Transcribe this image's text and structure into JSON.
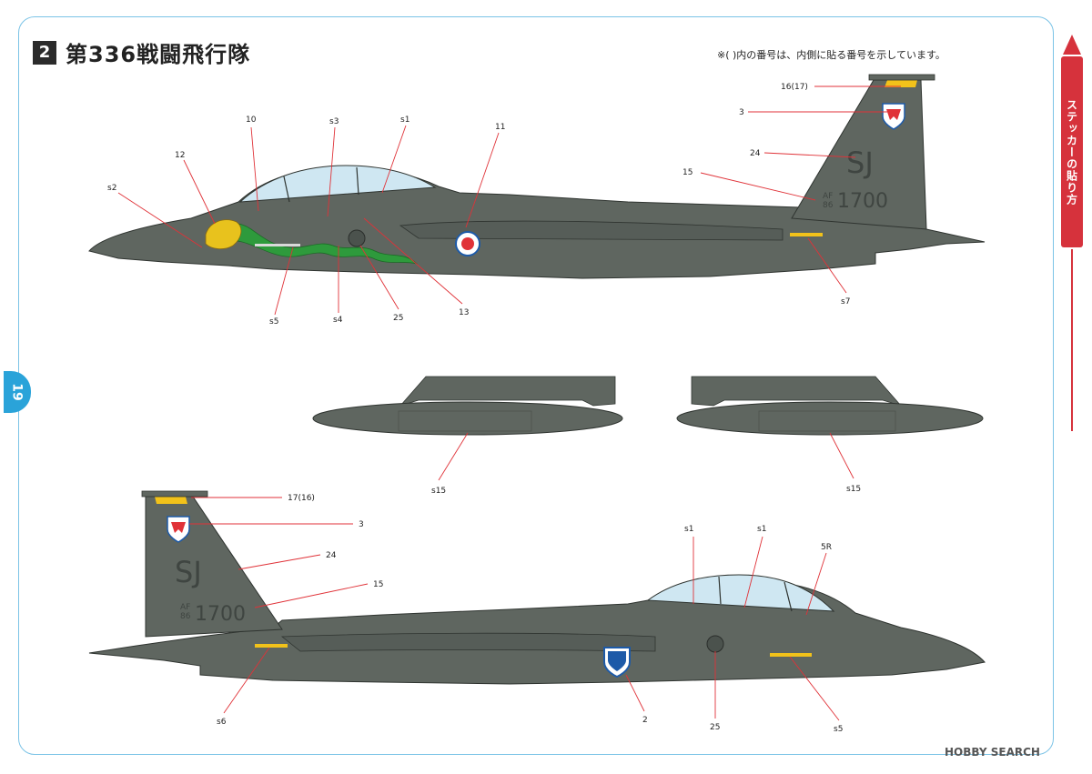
{
  "header": {
    "number": "2",
    "title": "第336戦闘飛行隊"
  },
  "note": "※( )内の番号は、内側に貼る番号を示しています。",
  "side_tab": {
    "text": "ステッカーの貼り方"
  },
  "page_number": "19",
  "watermark": "HOBBY SEARCH",
  "markings": {
    "tail_code": "SJ",
    "tail_serial": "1700",
    "tail_af": "AF",
    "tail_year": "86"
  },
  "colors": {
    "aircraft_gray": "#5f6660",
    "aircraft_dark": "#3f4541",
    "canopy": "#cfe7f2",
    "leader": "#e03238",
    "frame": "#7bc3e6",
    "tab_red": "#d6323c",
    "fin_stripe": "#f2c21a",
    "dragon_green": "#2e9a3c",
    "dragon_yellow": "#e8c21d"
  },
  "labels": {
    "top": {
      "l16_17": "16(17)",
      "l3": "3",
      "l24": "24",
      "l15": "15",
      "l10": "10",
      "l12": "12",
      "ls2": "s2",
      "ls3": "s3",
      "ls1": "s1",
      "l11": "11",
      "ls5": "s5",
      "ls4": "s4",
      "l25": "25",
      "l13": "13",
      "ls7": "s7"
    },
    "tanks": {
      "left": "s15",
      "right": "s15"
    },
    "bottom": {
      "l17_16": "17(16)",
      "l3": "3",
      "l24": "24",
      "l15": "15",
      "ls1a": "s1",
      "ls1b": "s1",
      "l5R": "5R",
      "ls6": "s6",
      "l2": "2",
      "l25": "25",
      "ls5": "s5"
    }
  }
}
